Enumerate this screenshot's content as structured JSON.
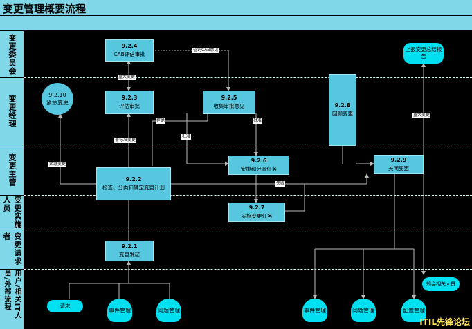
{
  "title": "变更管理概要流程",
  "lanes": [
    "变更委员会",
    "变更经理",
    "变更主管",
    "变更实施人员",
    "变更请求者",
    "用户/相关IT人员/外部流程"
  ],
  "processes": {
    "p924": {
      "num": "9.2.4",
      "label": "CAB评估审批"
    },
    "p923": {
      "num": "9.2.3",
      "label": "评估审批"
    },
    "p925": {
      "num": "9.2.5",
      "label": "收集审批意见"
    },
    "p928": {
      "num": "9.2.8",
      "label": "回顾变更"
    },
    "p926": {
      "num": "9.2.6",
      "label": "安排和分派任务"
    },
    "p922": {
      "num": "9.2.2",
      "label": "检查、分类和确定变更计划"
    },
    "p929": {
      "num": "9.2.9",
      "label": "关闭变更"
    },
    "p927": {
      "num": "9.2.7",
      "label": "实施变更任务"
    },
    "p921": {
      "num": "9.2.1",
      "label": "变更发起"
    }
  },
  "emergency": {
    "num": "9.2.10",
    "label": "紧急变更"
  },
  "terminals": {
    "report": "上报变更总结报告",
    "notify": "知会相关人员",
    "request": "请求"
  },
  "externals": {
    "incident_left": "事件管理",
    "problem_left": "问题管理",
    "incident_right": "事件管理",
    "problem_right": "问题管理",
    "config_right": "配置管理"
  },
  "edge_labels": {
    "cab_opinion": "征询CAB意见",
    "major_change": "重大变更",
    "standard_change": "非标准变更",
    "emergency_change": "紧急变更",
    "reject1": "拒绝",
    "approve1": "批准",
    "approve2": "批准",
    "major_change2": "重大变更",
    "fail": "失败"
  },
  "watermark": "ITIL先锋论坛"
}
